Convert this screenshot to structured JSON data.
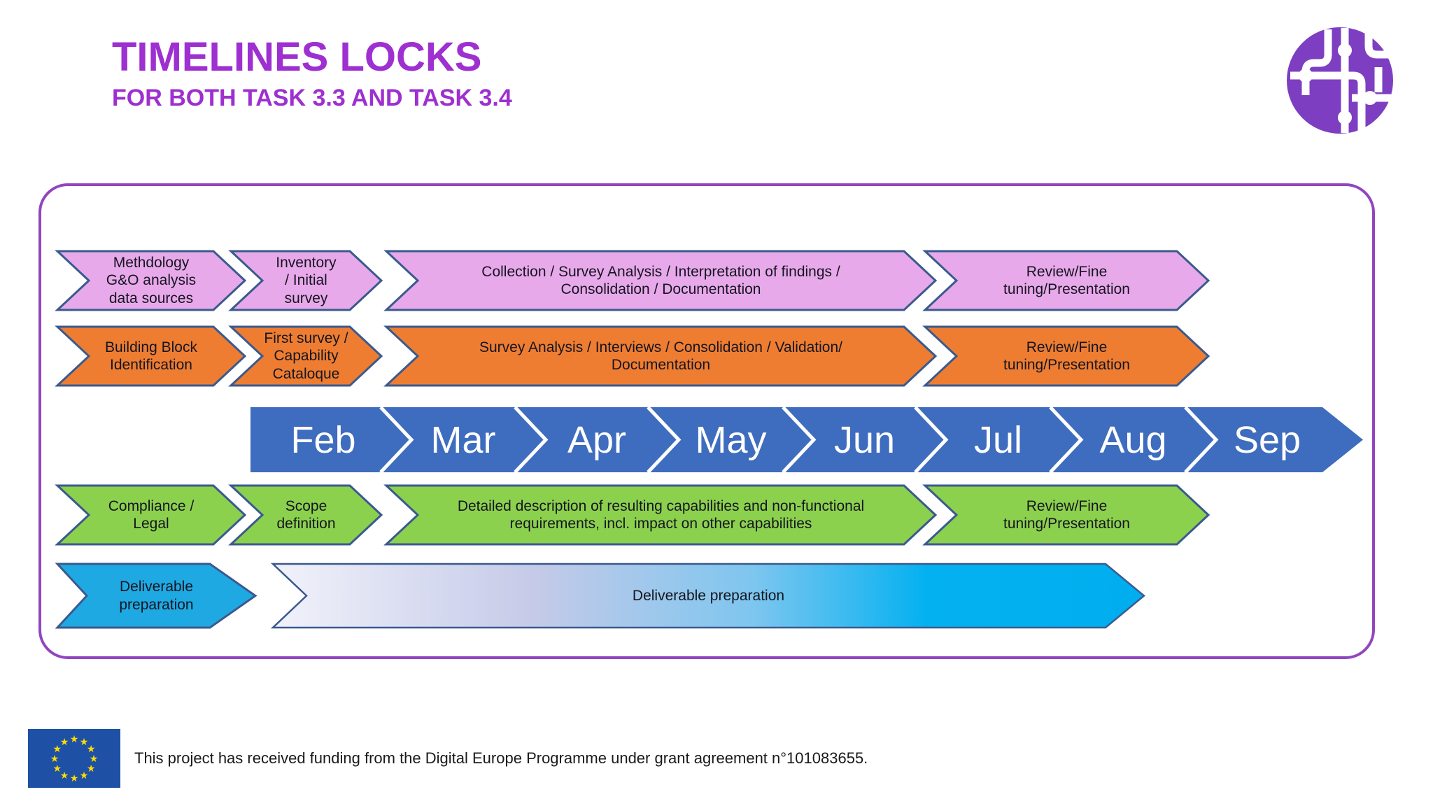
{
  "header": {
    "title": "TIMELINES LOCKS",
    "subtitle": "FOR BOTH TASK 3.3 AND TASK 3.4"
  },
  "timeline": {
    "months": [
      "Feb",
      "Mar",
      "Apr",
      "May",
      "Jun",
      "Jul",
      "Aug",
      "Sep"
    ],
    "rows": [
      {
        "name": "task-3.3-analysis",
        "color": "#E8A9EB",
        "steps": [
          "Methdology\nG&O analysis\ndata sources",
          "Inventory\n/ Initial\nsurvey",
          "Collection / Survey Analysis / Interpretation of findings /\nConsolidation / Documentation",
          "Review/Fine\ntuning/Presentation"
        ]
      },
      {
        "name": "task-3.4-building-blocks",
        "color": "#EE7D32",
        "steps": [
          "Building Block\nIdentification",
          "First survey /\nCapability\nCataloque",
          "Survey Analysis / Interviews / Consolidation / Validation/\nDocumentation",
          "Review/Fine\ntuning/Presentation"
        ]
      },
      {
        "name": "compliance-capabilities",
        "color": "#8CD14E",
        "steps": [
          "Compliance /\nLegal",
          "Scope\ndefinition",
          "Detailed description of resulting capabilities and non-functional\nrequirements, incl. impact on other capabilities",
          "Review/Fine\ntuning/Presentation"
        ]
      },
      {
        "name": "deliverable",
        "color": "#1FA9E3",
        "steps": [
          "Deliverable\npreparation",
          "Deliverable preparation"
        ]
      }
    ]
  },
  "footer": {
    "funding_text": "This project has received funding from the Digital Europe Programme under grant agreement n°101083655."
  },
  "colors": {
    "accent_purple": "#9E2FD0",
    "panel_border": "#9146C0",
    "logo_purple": "#7D3EC1",
    "row_pink": "#E8A9EB",
    "row_orange": "#EE7D32",
    "row_green": "#8CD14E",
    "row_cyan": "#1FA9E3",
    "month_blue": "#3E6CBE",
    "shape_outline": "#3A5A8E",
    "eu_flag_blue": "#1E50A5",
    "eu_star_yellow": "#FFDD00"
  }
}
